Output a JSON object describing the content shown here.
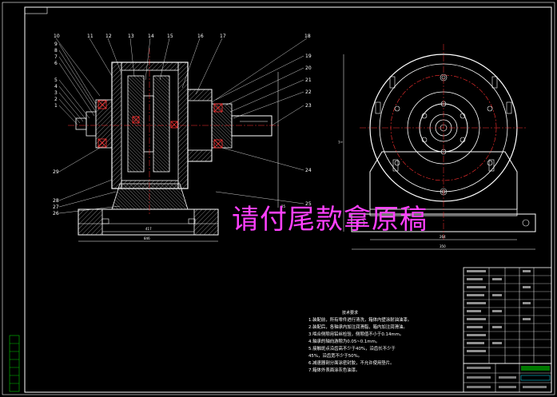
{
  "title_tag": "",
  "watermark": "请付尾款拿原稿",
  "part_numbers_top": [
    "10",
    "11",
    "12",
    "13",
    "14",
    "15",
    "16",
    "17",
    "18"
  ],
  "part_numbers_left": [
    "9",
    "8",
    "7",
    "6",
    "5",
    "4",
    "3",
    "2",
    "1"
  ],
  "part_numbers_right": [
    "19",
    "20",
    "21",
    "22",
    "23",
    "24",
    "25"
  ],
  "part_numbers_lower_left": [
    "29",
    "28",
    "27",
    "26"
  ],
  "dimensions": {
    "width_overall": "846",
    "width_inner": "417",
    "height_overall": "7¹⁶",
    "side_width_overall": "350",
    "side_width_inner": "264",
    "side_flange": "25"
  },
  "notes": {
    "title": "技术要求",
    "lines": [
      "1.装配前，所有零件进行清洗，箱体内壁涂耐油油漆。",
      "2.装配后，各轴承内加注润滑脂，箱内加注润滑油。",
      "3.啮合侧隙用铅丝检验，侧隙值不小于0.14mm。",
      "4.轴承的轴向游隙为0.05~0.1mm。",
      "5.接触斑点沿齿高不少于40%，沿齿长不少于",
      "45%，沿齿宽不少于50%。",
      "6.减速器剖分面涂密封胶，不允许使用垫片。",
      "7.箱体外表面涂灰色油漆。"
    ]
  },
  "colors": {
    "outline": "#ffffff",
    "hatch": "#a0a0a0",
    "center": "#ff3030",
    "leader": "#ffffff",
    "cyan": "#00e5ff",
    "green": "#00c800",
    "magenta": "#ff40ff",
    "yellow": "#ffff00"
  }
}
